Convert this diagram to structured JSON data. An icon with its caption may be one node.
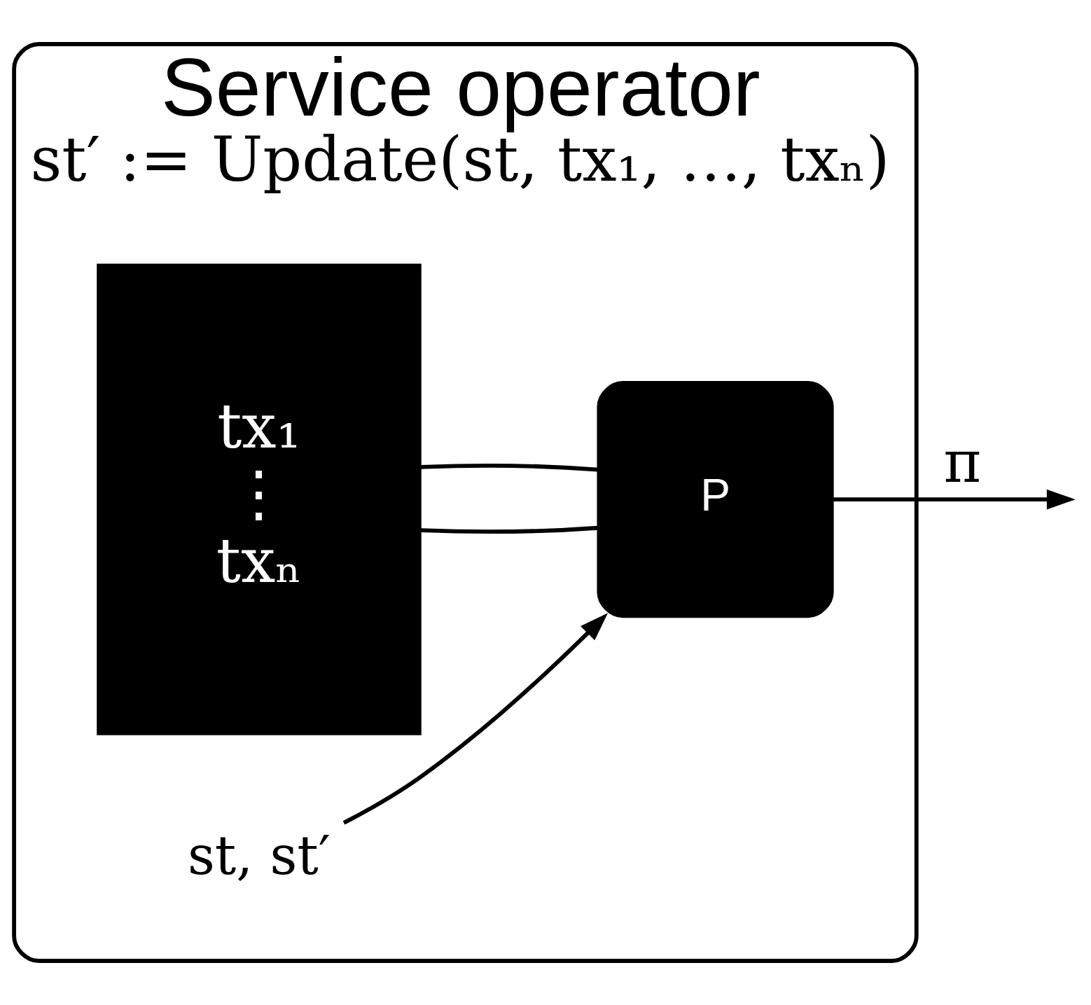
{
  "diagram": {
    "nodes": [
      {
        "text": [
          "Service operator",
          "st′ := Update(st, tx₁, …, txₙ)"
        ]
      },
      {
        "text": [
          "tx₁",
          "⋮",
          "txₙ"
        ],
        "in": 0
      },
      {
        "text": [
          "P"
        ],
        "in": 0
      },
      {
        "text": [
          "st, st′"
        ],
        "in": 0
      }
    ],
    "edges": [
      {
        "from": 1,
        "to": 2,
        "arrow": "none"
      },
      {
        "from": 1,
        "to": 2,
        "arrow": "none"
      },
      {
        "from": 3,
        "to": 2,
        "arrow": "to"
      },
      {
        "from": 2,
        "to": null,
        "arrow": "to",
        "label": "π"
      }
    ]
  }
}
